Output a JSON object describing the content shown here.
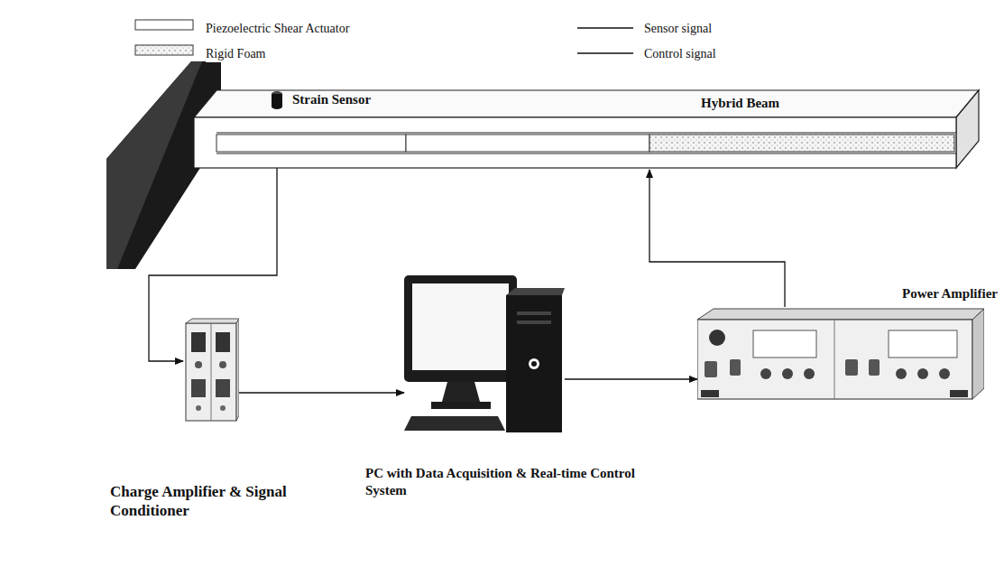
{
  "diagram": {
    "nodes": [
      {
        "text": [
          "Hybrid Beam"
        ]
      },
      {
        "text": [
          "Strain Sensor"
        ],
        "in": 0
      },
      {
        "text": [
          "Charge Amplifier & Signal Conditioner"
        ]
      },
      {
        "text": [
          "PC with Data Acquisition & Real-time Control System"
        ]
      },
      {
        "text": [
          "Power Amplifier"
        ]
      }
    ],
    "edges": [
      {
        "from": 1,
        "to": 2,
        "arrow": "to"
      },
      {
        "from": 2,
        "to": 3,
        "arrow": "to"
      },
      {
        "from": 3,
        "to": 4,
        "arrow": "to"
      },
      {
        "from": 4,
        "to": 0,
        "arrow": "to"
      }
    ],
    "legend": [
      {
        "text": "Piezoelectric Shear Actuator"
      },
      {
        "text": "Rigid Foam"
      },
      {
        "text": "Sensor signal"
      },
      {
        "text": "Control signal"
      }
    ]
  }
}
